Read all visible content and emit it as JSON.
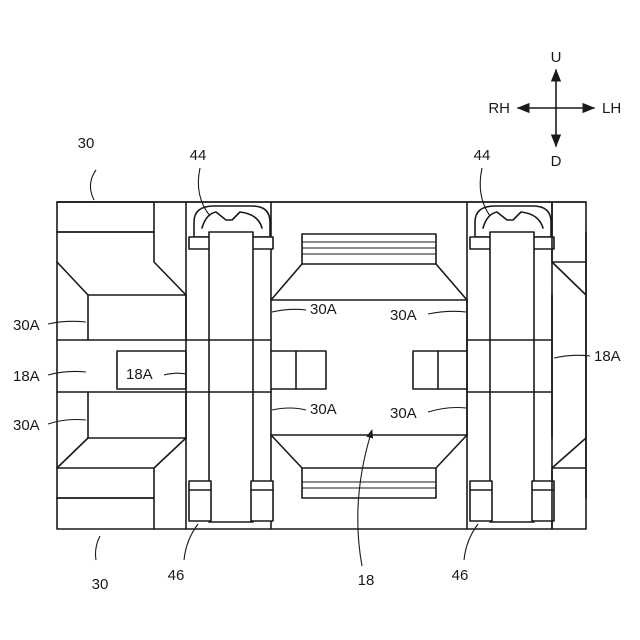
{
  "labels": {
    "ref_30": "30",
    "ref_30A": "30A",
    "ref_18A": "18A",
    "ref_44": "44",
    "ref_46": "46",
    "ref_18": "18"
  },
  "compass": {
    "up": "U",
    "down": "D",
    "left": "RH",
    "right": "LH"
  }
}
